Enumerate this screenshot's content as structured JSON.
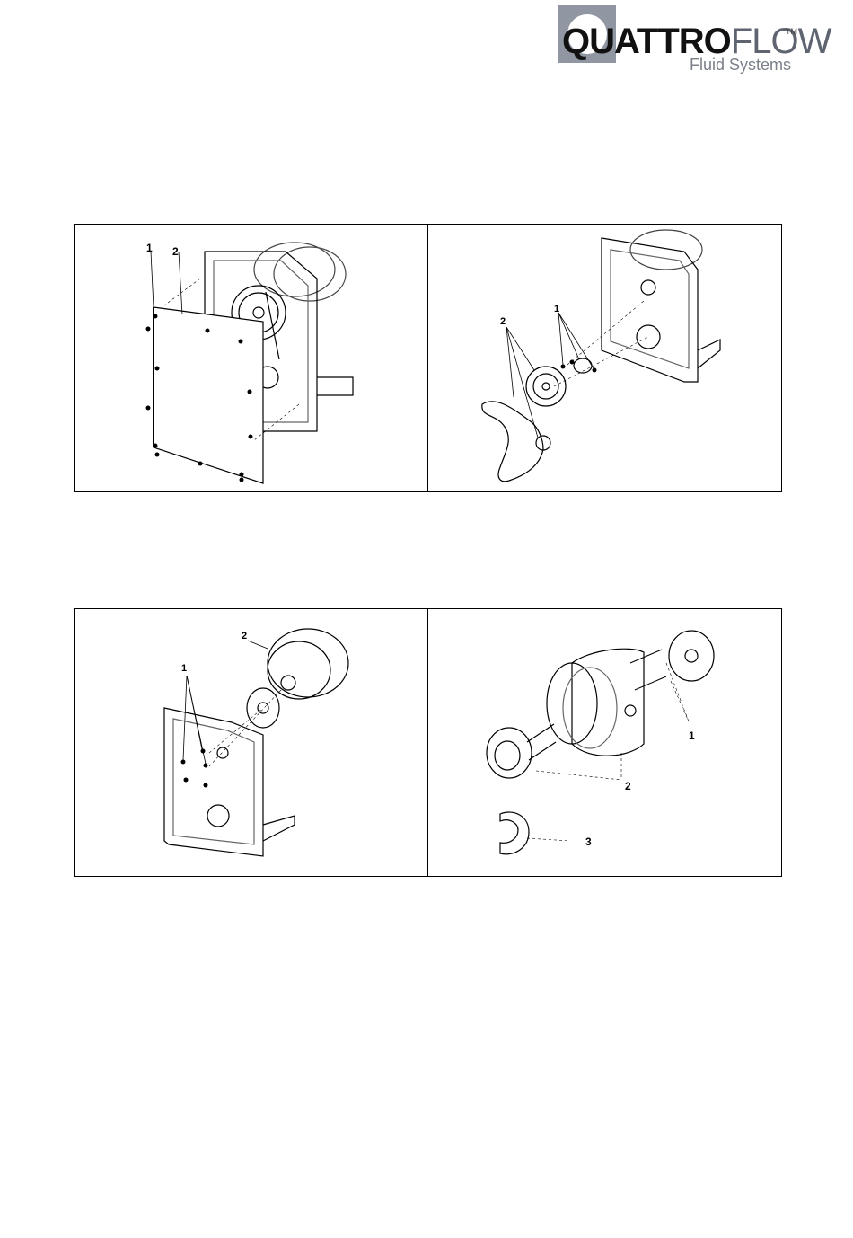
{
  "logo": {
    "brand_bold": "QUATTRO",
    "brand_light": "FLOW",
    "trademark": "TM",
    "tagline": "Fluid Systems"
  },
  "figures": [
    {
      "callouts": [
        "1",
        "2"
      ]
    },
    {
      "callouts": [
        "1",
        "2"
      ]
    },
    {
      "callouts": [
        "1",
        "2"
      ]
    },
    {
      "callouts": [
        "1",
        "2",
        "3"
      ]
    }
  ]
}
